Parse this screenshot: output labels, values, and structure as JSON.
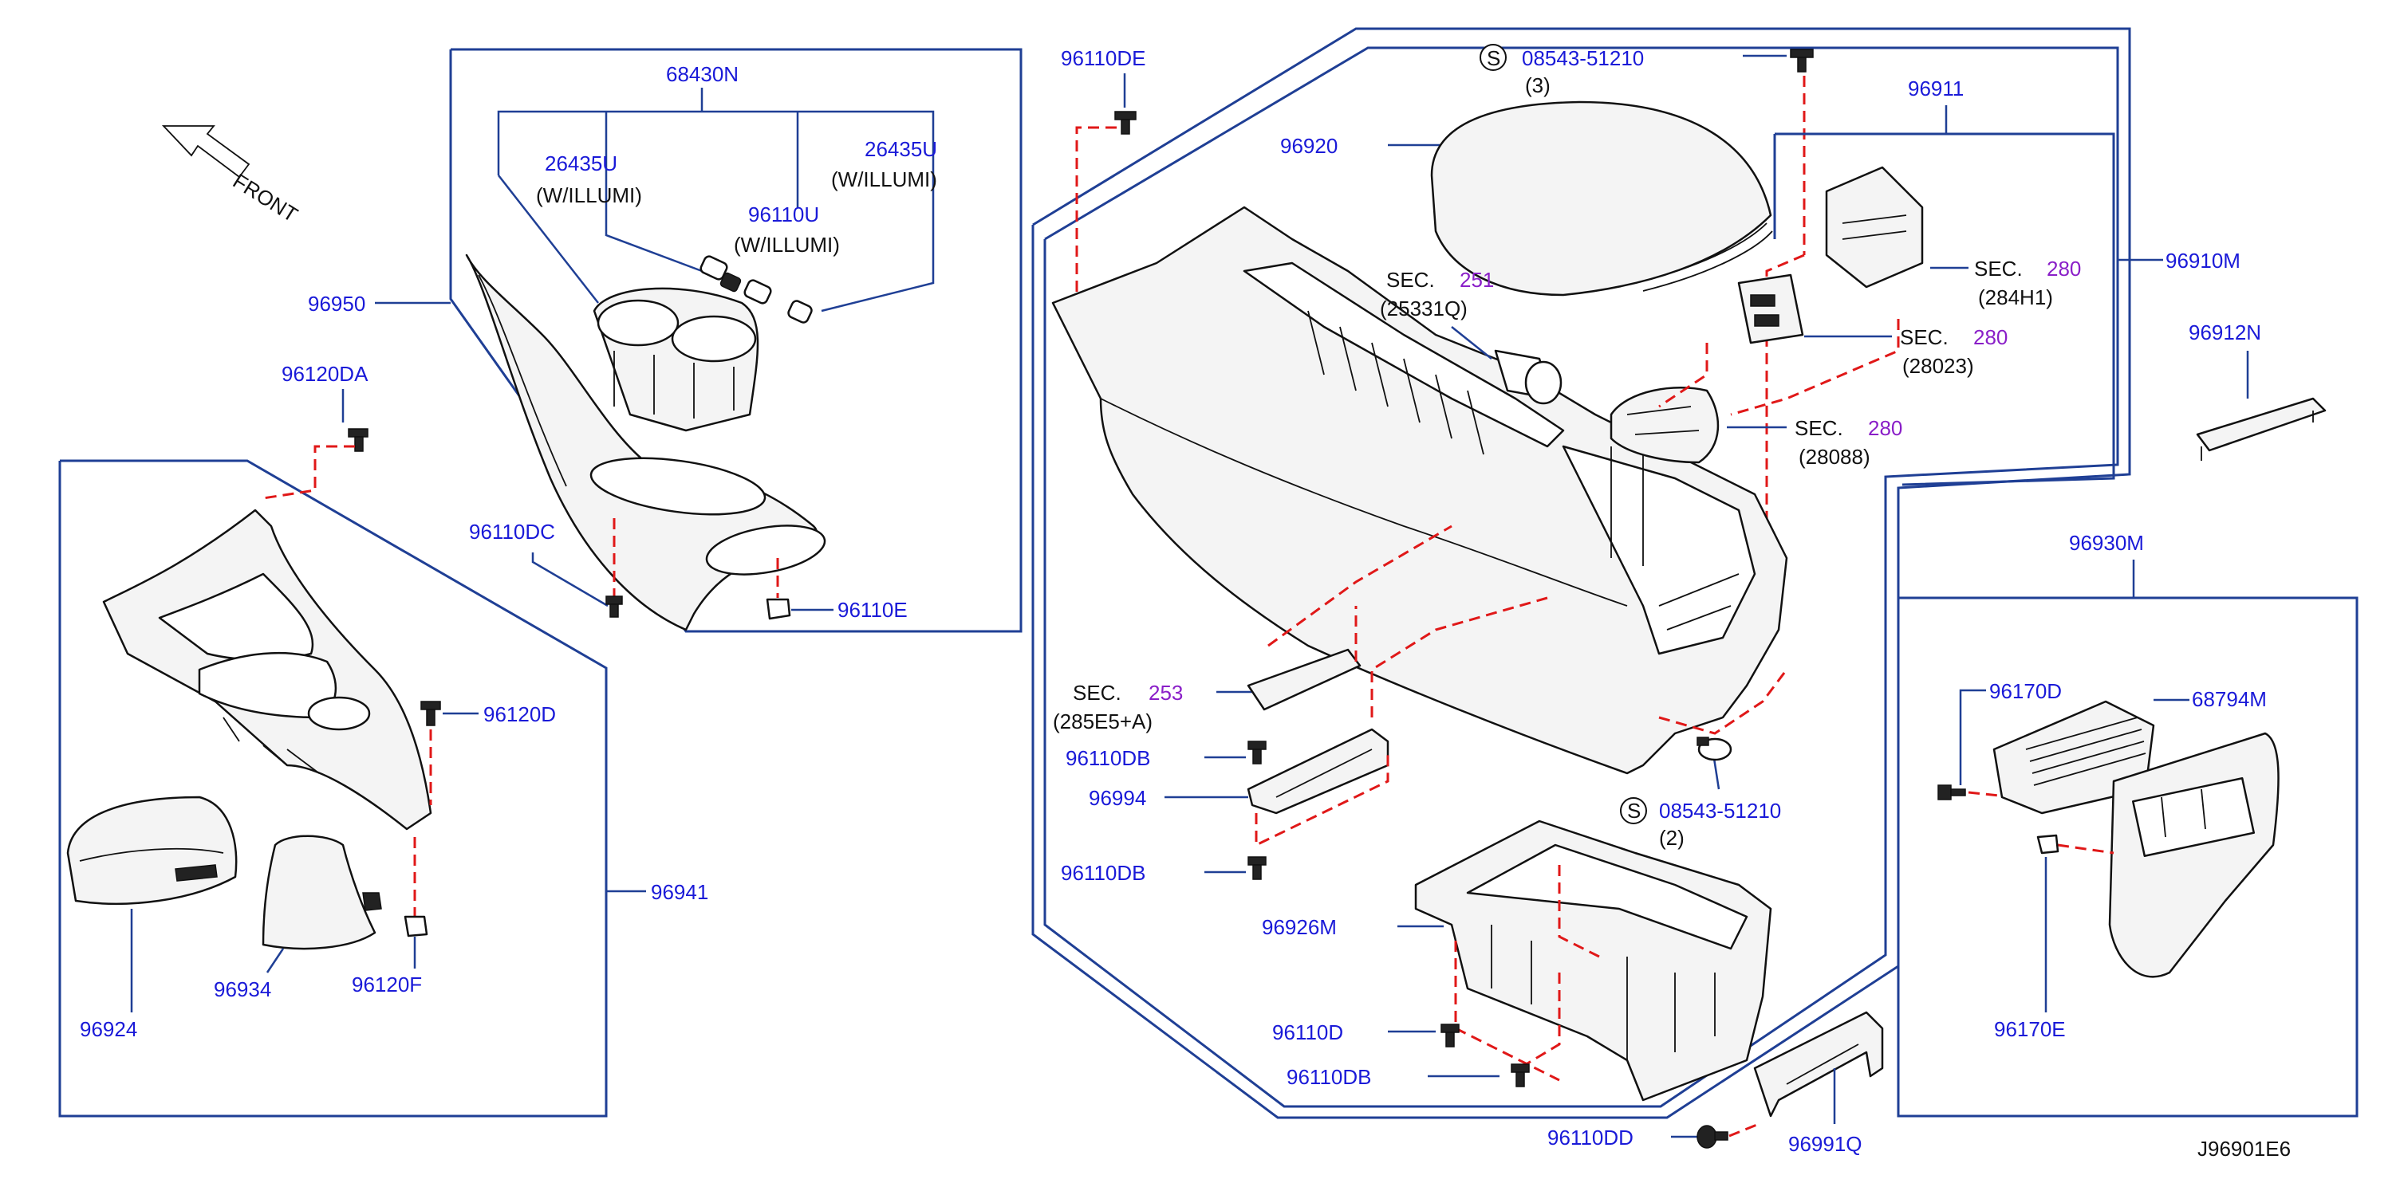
{
  "diagram_code": "J96901E6",
  "front_label": "FRONT",
  "colors": {
    "part_number": "#1a1ad8",
    "section_number": "#8a1fc8",
    "box_line": "#1f3f95",
    "dashed_line": "#e01818"
  },
  "parts": {
    "p68430N": "68430N",
    "p26435U_left": "26435U",
    "w_illumi_left": "(W/ILLUMI)",
    "p26435U_right": "26435U",
    "w_illumi_right": "(W/ILLUMI)",
    "p96110U": "96110U",
    "w_illumi_mid": "(W/ILLUMI)",
    "p96950": "96950",
    "p96110DC": "96110DC",
    "p96110E": "96110E",
    "p96120DA": "96120DA",
    "p96120D": "96120D",
    "p96941": "96941",
    "p96924": "96924",
    "p96934": "96934",
    "p96120F": "96120F",
    "p96110DE": "96110DE",
    "p96920": "96920",
    "p96911": "96911",
    "p96910M": "96910M",
    "p96912N": "96912N",
    "p96930M": "96930M",
    "p96170D": "96170D",
    "p68794M": "68794M",
    "p96170E": "96170E",
    "p96110DB_1": "96110DB",
    "p96994": "96994",
    "p96110DB_2": "96110DB",
    "p96926M": "96926M",
    "p96110D": "96110D",
    "p96110DB_3": "96110DB",
    "p96110DD": "96110DD",
    "p96991Q": "96991Q"
  },
  "standard_parts": {
    "top": {
      "symbol": "S",
      "number": "08543-51210",
      "qty": "(3)"
    },
    "bottom": {
      "symbol": "S",
      "number": "08543-51210",
      "qty": "(2)"
    }
  },
  "sections": {
    "sec251": {
      "prefix": "SEC.",
      "num": "251",
      "ref": "(25331Q)"
    },
    "sec280a": {
      "prefix": "SEC.",
      "num": "280",
      "ref": "(284H1)"
    },
    "sec280b": {
      "prefix": "SEC.",
      "num": "280",
      "ref": "(28023)"
    },
    "sec280c": {
      "prefix": "SEC.",
      "num": "280",
      "ref": "(28088)"
    },
    "sec253": {
      "prefix": "SEC.",
      "num": "253",
      "ref": "(285E5+A)"
    }
  }
}
